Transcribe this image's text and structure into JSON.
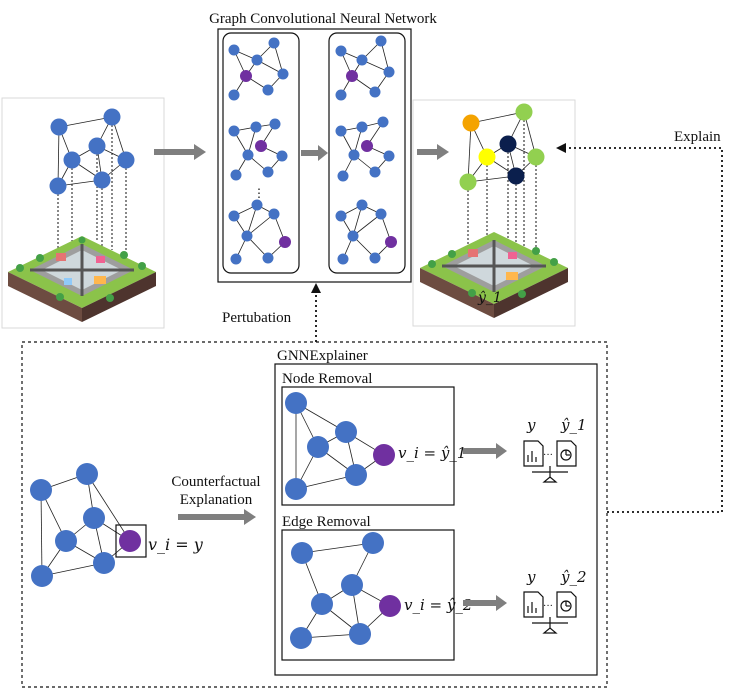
{
  "title": "Graph Convolutional Neural Network",
  "labels": {
    "explain": "Explain",
    "pertubation": "Pertubation",
    "gnnexplainer": "GNNExplainer",
    "node_removal": "Node Removal",
    "edge_removal": "Edge Removal",
    "counterfactual_line1": "Counterfactual",
    "counterfactual_line2": "Explanation",
    "vi_y": "v_i = y",
    "vi_y1": "v_i = ŷ_1",
    "vi_y2": "v_i = ŷ_2",
    "y_label": "y",
    "yhat1_label": "ŷ_1",
    "yhat2_label": "ŷ_2",
    "map_yhat1": "ŷ_1",
    "ellipsis": "···"
  },
  "colors": {
    "node_blue": "#4472c4",
    "highlight_purple": "#7030a0",
    "output_orange": "#f4a300",
    "output_yellow": "#ffff00",
    "output_navy": "#0b1f4d",
    "output_green": "#92d050",
    "arrow_gray": "#7f7f7f",
    "city_green": "#4caf50"
  },
  "icons": [
    "city-map-icon",
    "document-chart-icon",
    "scale-balance-icon"
  ]
}
